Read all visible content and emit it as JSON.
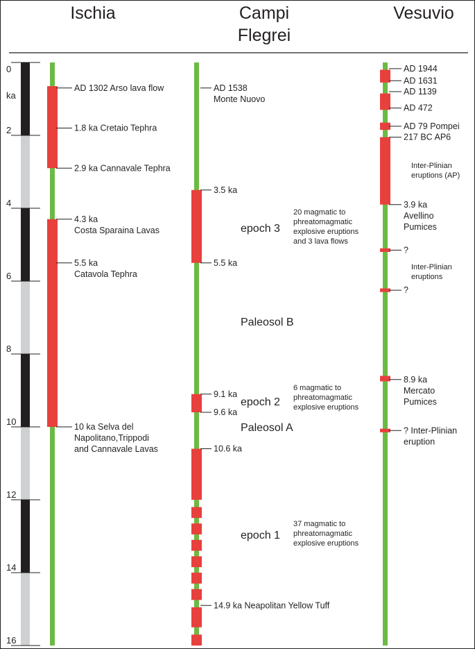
{
  "headers": {
    "ischia": "Ischia",
    "campi_line1": "Campi",
    "campi_line2": "Flegrei",
    "vesuvio": "Vesuvio"
  },
  "axis": {
    "unit": "ka",
    "ticks": [
      "0",
      "2",
      "4",
      "6",
      "8",
      "10",
      "12",
      "14",
      "16"
    ]
  },
  "ischia": {
    "active_periods_ka": [
      [
        0.65,
        2.9
      ],
      [
        4.3,
        10.0
      ]
    ],
    "events": [
      {
        "ka": 0.7,
        "text": [
          "AD 1302 Arso lava flow"
        ]
      },
      {
        "ka": 1.8,
        "text": [
          "1.8 ka Cretaio Tephra"
        ]
      },
      {
        "ka": 2.9,
        "text": [
          "2.9 ka Cannavale Tephra"
        ]
      },
      {
        "ka": 4.3,
        "text": [
          "4.3 ka",
          "Costa Sparaina Lavas"
        ]
      },
      {
        "ka": 5.5,
        "text": [
          "5.5 ka",
          "Catavola Tephra"
        ]
      },
      {
        "ka": 10.0,
        "text": [
          "10 ka Selva del",
          "Napolitano,Trippodi",
          "and Cannavale Lavas"
        ]
      }
    ]
  },
  "campi_flegrei": {
    "active_periods_ka": [
      [
        3.5,
        5.5
      ],
      [
        9.1,
        9.6
      ],
      [
        10.6,
        12.0
      ],
      [
        12.2,
        12.5
      ],
      [
        12.65,
        12.95
      ],
      [
        13.1,
        13.4
      ],
      [
        13.55,
        13.85
      ],
      [
        14.0,
        14.3
      ],
      [
        14.45,
        14.75
      ],
      [
        14.95,
        15.5
      ],
      [
        15.7,
        16.0
      ]
    ],
    "events": [
      {
        "ka": 0.7,
        "text": [
          "AD 1538",
          "Monte Nuovo"
        ]
      },
      {
        "ka": 3.5,
        "text": [
          "3.5 ka"
        ]
      },
      {
        "ka": 5.5,
        "text": [
          "5.5 ka"
        ]
      },
      {
        "ka": 9.1,
        "text": [
          "9.1 ka"
        ]
      },
      {
        "ka": 9.6,
        "text": [
          "9.6 ka"
        ]
      },
      {
        "ka": 10.6,
        "text": [
          "10.6 ka"
        ]
      },
      {
        "ka": 14.9,
        "text": [
          "14.9 ka Neapolitan Yellow Tuff"
        ]
      }
    ],
    "labels": {
      "epoch3": "epoch 3",
      "epoch3_desc": [
        "20 magmatic to",
        "phreatomagmatic",
        "explosive eruptions",
        "and 3 lava flows"
      ],
      "paleosol_b": "Paleosol B",
      "epoch2": "epoch 2",
      "epoch2_desc": [
        "6 magmatic to",
        "phreatomagmatic",
        "explosive eruptions"
      ],
      "paleosol_a": "Paleosol A",
      "epoch1": "epoch 1",
      "epoch1_desc": [
        "37 magmatic to",
        "phreatomagmatic",
        "explosive eruptions"
      ]
    }
  },
  "vesuvio": {
    "active_periods_ka": [
      [
        0.2,
        0.55
      ],
      [
        0.85,
        1.3
      ],
      [
        1.65,
        1.85
      ],
      [
        2.05,
        3.9
      ],
      [
        5.1,
        5.2
      ],
      [
        6.2,
        6.3
      ],
      [
        8.6,
        8.75
      ],
      [
        10.05,
        10.15
      ]
    ],
    "events": [
      {
        "ka": 0.17,
        "text": [
          "AD 1944"
        ]
      },
      {
        "ka": 0.5,
        "text": [
          "AD 1631"
        ]
      },
      {
        "ka": 0.8,
        "text": [
          "AD 1139"
        ]
      },
      {
        "ka": 1.25,
        "text": [
          "AD 472"
        ]
      },
      {
        "ka": 1.75,
        "text": [
          "AD 79 Pompei"
        ]
      },
      {
        "ka": 2.05,
        "text": [
          "217 BC AP6"
        ]
      },
      {
        "ka": 3.9,
        "text": [
          "3.9 ka",
          "Avellino",
          "Pumices"
        ]
      },
      {
        "ka": 5.15,
        "text": [
          "?"
        ]
      },
      {
        "ka": 6.25,
        "text": [
          "?"
        ]
      },
      {
        "ka": 8.7,
        "text": [
          "8.9 ka",
          "Mercato",
          "Pumices"
        ]
      },
      {
        "ka": 10.1,
        "text": [
          "? Inter-Plinian",
          "eruption"
        ]
      }
    ],
    "labels": {
      "ap_desc": [
        "Inter-Plinian",
        "eruptions (AP)"
      ],
      "ip_desc": [
        "Inter-Plinian",
        "eruptions"
      ]
    }
  },
  "colors": {
    "active": "#e8403c",
    "quiet": "#6cba45",
    "scale_dark": "#231f20",
    "scale_light": "#cfd0d2",
    "ink": "#231f20"
  }
}
